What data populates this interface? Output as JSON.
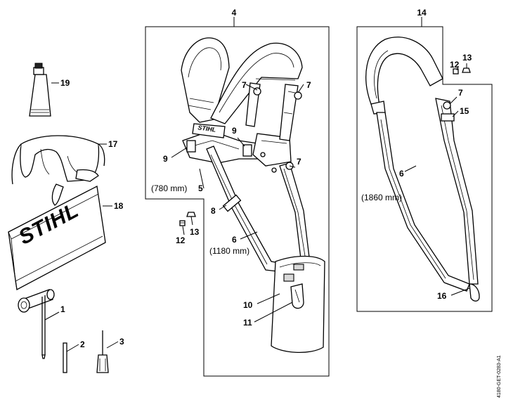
{
  "callouts": {
    "n1": "1",
    "n2": "2",
    "n3": "3",
    "n4": "4",
    "n5": "5",
    "n6a": "6",
    "n6b": "6",
    "n7a": "7",
    "n7b": "7",
    "n7c": "7",
    "n7d": "7",
    "n8": "8",
    "n9a": "9",
    "n9b": "9",
    "n10": "10",
    "n11": "11",
    "n12a": "12",
    "n12b": "12",
    "n13a": "13",
    "n13b": "13",
    "n14": "14",
    "n15": "15",
    "n16": "16",
    "n17": "17",
    "n18": "18",
    "n19": "19"
  },
  "dimensions": {
    "d5": "(780 mm)",
    "d6a": "(1180 mm)",
    "d6b": "(1860 mm)"
  },
  "brand": {
    "logo_text": "STIHL"
  },
  "reference": "4180-GET-0283-A1"
}
